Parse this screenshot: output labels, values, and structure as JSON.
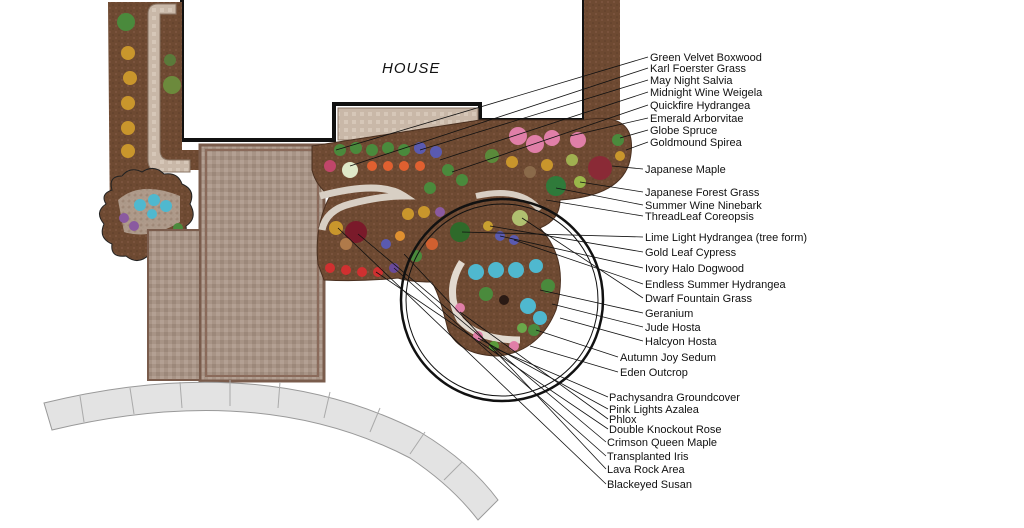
{
  "house_label": "HOUSE",
  "labels": [
    "Green Velvet Boxwood",
    "Karl Foerster Grass",
    "May Night Salvia",
    "Midnight Wine Weigela",
    "Quickfire Hydrangea",
    "Emerald Arborvitae",
    "Globe Spruce",
    "Goldmound Spirea",
    "Japanese Maple",
    "Japanese Forest Grass",
    "Summer Wine Ninebark",
    "ThreadLeaf Coreopsis",
    "Lime Light Hydrangea (tree form)",
    "Gold Leaf Cypress",
    "Ivory Halo Dogwood",
    "Endless Summer Hydrangea",
    "Dwarf Fountain Grass",
    "Geranium",
    "Jude Hosta",
    "Halcyon Hosta",
    "Autumn Joy Sedum",
    "Eden Outcrop",
    "Pachysandra Groundcover",
    "Pink Lights Azalea",
    "Phlox",
    "Double Knockout Rose",
    "Crimson Queen Maple",
    "Transplanted Iris",
    "Lava Rock Area",
    "Blackeyed Susan"
  ],
  "colors": {
    "mulch": "#6e4a32",
    "paver": "#a89486",
    "paver_edge": "#7a5c4c",
    "house_outline": "#111111",
    "curb": "#e3e3e3",
    "foliage": "#3f8a3a",
    "hosta_blue": "#4fb8cf",
    "bloom_pink": "#e07fa8"
  }
}
